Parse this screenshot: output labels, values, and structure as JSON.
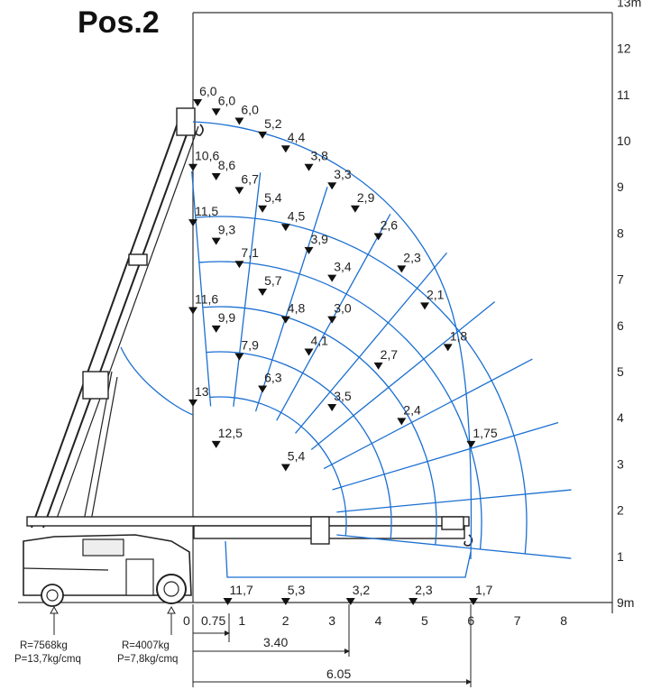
{
  "title": "Pos.2",
  "y_axis_labels": [
    "13m",
    "12",
    "11",
    "10",
    "9",
    "8",
    "7",
    "6",
    "5",
    "4",
    "3",
    "2",
    "1",
    "9m"
  ],
  "x_axis_labels": [
    "0",
    "1",
    "2",
    "3",
    "4",
    "5",
    "6",
    "7",
    "8"
  ],
  "dimensions": [
    "0.75",
    "3.40",
    "6.05"
  ],
  "base_loads": [
    {
      "reaction": "R=7568kg",
      "pressure": "P=13,7kg/cmq"
    },
    {
      "reaction": "R=4007kg",
      "pressure": "P=7,8kg/cmq"
    }
  ],
  "chart_data": {
    "type": "load-chart",
    "title": "Pos.2",
    "x_unit": "m",
    "y_unit": "m",
    "xlim": [
      0,
      9
    ],
    "ylim": [
      0,
      13
    ],
    "loads": [
      {
        "label": "6,0",
        "x": 0.1,
        "y": 10.8
      },
      {
        "label": "6,0",
        "x": 0.5,
        "y": 10.6
      },
      {
        "label": "6,0",
        "x": 1.0,
        "y": 10.4
      },
      {
        "label": "5,2",
        "x": 1.5,
        "y": 10.1
      },
      {
        "label": "4,4",
        "x": 2.0,
        "y": 9.8
      },
      {
        "label": "3,8",
        "x": 2.5,
        "y": 9.4
      },
      {
        "label": "3,3",
        "x": 3.0,
        "y": 9.0
      },
      {
        "label": "2,9",
        "x": 3.5,
        "y": 8.5
      },
      {
        "label": "2,6",
        "x": 4.0,
        "y": 7.9
      },
      {
        "label": "2,3",
        "x": 4.5,
        "y": 7.2
      },
      {
        "label": "2,1",
        "x": 5.0,
        "y": 6.4
      },
      {
        "label": "1,8",
        "x": 5.5,
        "y": 5.5
      },
      {
        "label": "1,75",
        "x": 6.0,
        "y": 3.4
      },
      {
        "label": "10,6",
        "x": 0.0,
        "y": 9.4
      },
      {
        "label": "8,6",
        "x": 0.5,
        "y": 9.2
      },
      {
        "label": "6,7",
        "x": 1.0,
        "y": 8.9
      },
      {
        "label": "5,4",
        "x": 1.5,
        "y": 8.5
      },
      {
        "label": "4,5",
        "x": 2.0,
        "y": 8.1
      },
      {
        "label": "3,9",
        "x": 2.5,
        "y": 7.6
      },
      {
        "label": "3,4",
        "x": 3.0,
        "y": 7.0
      },
      {
        "label": "11,5",
        "x": 0.0,
        "y": 8.2
      },
      {
        "label": "9,3",
        "x": 0.5,
        "y": 7.8
      },
      {
        "label": "7,1",
        "x": 1.0,
        "y": 7.3
      },
      {
        "label": "5,7",
        "x": 1.5,
        "y": 6.7
      },
      {
        "label": "4,8",
        "x": 2.0,
        "y": 6.1
      },
      {
        "label": "3,0",
        "x": 3.0,
        "y": 6.1
      },
      {
        "label": "2,7",
        "x": 4.0,
        "y": 5.1
      },
      {
        "label": "11,6",
        "x": 0.0,
        "y": 6.3
      },
      {
        "label": "9,9",
        "x": 0.5,
        "y": 5.9
      },
      {
        "label": "7,9",
        "x": 1.0,
        "y": 5.3
      },
      {
        "label": "4,1",
        "x": 2.5,
        "y": 5.4
      },
      {
        "label": "6,3",
        "x": 1.5,
        "y": 4.6
      },
      {
        "label": "3,5",
        "x": 3.0,
        "y": 4.2
      },
      {
        "label": "2,4",
        "x": 4.5,
        "y": 3.9
      },
      {
        "label": "13",
        "x": 0.0,
        "y": 4.3
      },
      {
        "label": "12,5",
        "x": 0.5,
        "y": 3.4
      },
      {
        "label": "5,4",
        "x": 2.0,
        "y": 2.9
      },
      {
        "label": "11,7",
        "x": 0.75,
        "y": 0.0
      },
      {
        "label": "5,3",
        "x": 2.0,
        "y": 0.0
      },
      {
        "label": "3,2",
        "x": 3.4,
        "y": 0.0
      },
      {
        "label": "2,3",
        "x": 4.75,
        "y": 0.0
      },
      {
        "label": "1,7",
        "x": 6.05,
        "y": 0.0
      }
    ]
  }
}
